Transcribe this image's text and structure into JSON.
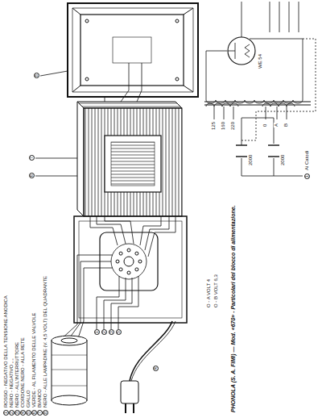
{
  "diagram": {
    "caption": "PHONOLA (S. A. FIMI) — Mod. «670» - Particolari del blocco di alimentazione.",
    "labels": [
      "1",
      "ROSSO - NEGATIVO DELLA TENSIONE ANODICA",
      "2",
      "NERO - NEGATIVO „ „",
      "3",
      "NERO - ALL'INTERRUTTORE",
      "4",
      "CORDONE NERO - ALLA RETE",
      "5",
      "GIALLO",
      "6",
      "VERDE - AL FILAMENTO DELLE VALVOLE",
      "7",
      "BIANCO",
      "8",
      "NERO - ALLE LAMPADINE (V. 4,5 VOLT) DEL QUADRANTE",
      "O - A VOLT 4",
      "O - B VOLT 6,3",
      "1",
      "2",
      "3",
      "5",
      "6",
      "7",
      "8",
      "4",
      "WE 54",
      "125",
      "160",
      "220",
      "0",
      "A",
      "B",
      "2000",
      "2000",
      "1",
      "Ai Catodi"
    ]
  }
}
